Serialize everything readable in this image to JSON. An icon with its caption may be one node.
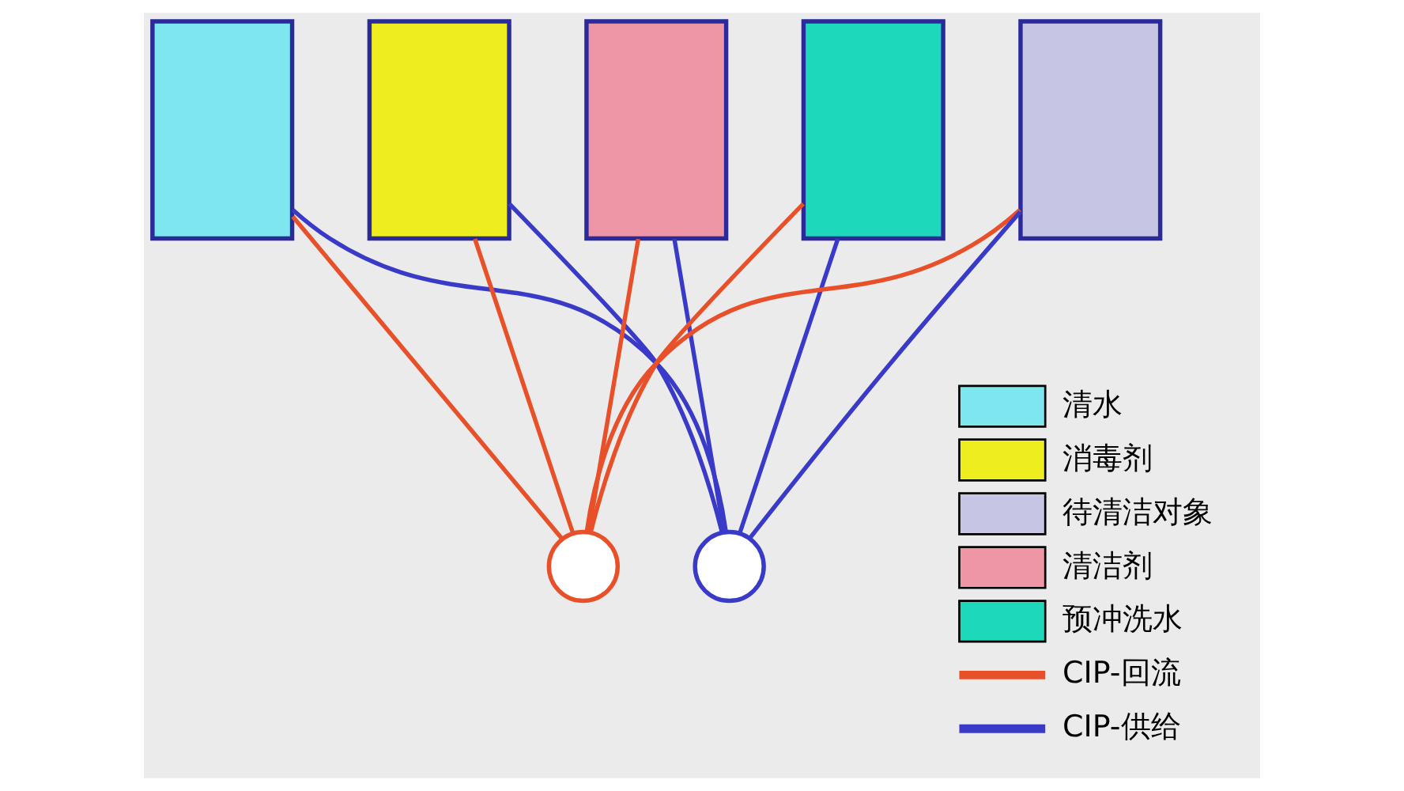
{
  "diagram": {
    "nodes": [
      {
        "text": [],
        "shape": "box"
      },
      {
        "text": [],
        "shape": "box"
      },
      {
        "text": [],
        "shape": "box"
      },
      {
        "text": [],
        "shape": "box"
      },
      {
        "text": [],
        "shape": "box"
      },
      {
        "text": [],
        "shape": "circle"
      },
      {
        "text": [],
        "shape": "circle"
      }
    ],
    "edges": [
      {
        "from": 0,
        "to": 6,
        "arrow": "none",
        "color": "#3a3ac8"
      },
      {
        "from": 1,
        "to": 6,
        "arrow": "none",
        "color": "#3a3ac8"
      },
      {
        "from": 2,
        "to": 6,
        "arrow": "none",
        "color": "#3a3ac8"
      },
      {
        "from": 3,
        "to": 6,
        "arrow": "none",
        "color": "#3a3ac8"
      },
      {
        "from": 6,
        "to": 4,
        "arrow": "none",
        "color": "#3a3ac8"
      },
      {
        "from": 4,
        "to": 5,
        "arrow": "none",
        "color": "#e8502a"
      },
      {
        "from": 5,
        "to": 0,
        "arrow": "none",
        "color": "#e8502a"
      },
      {
        "from": 5,
        "to": 1,
        "arrow": "none",
        "color": "#e8502a"
      },
      {
        "from": 5,
        "to": 2,
        "arrow": "none",
        "color": "#e8502a"
      },
      {
        "from": 5,
        "to": 3,
        "arrow": "none",
        "color": "#e8502a"
      }
    ],
    "legend": [
      {
        "text": "清水",
        "color": "#7ee6ee"
      },
      {
        "text": "消毒剂",
        "color": "#eeee1e"
      },
      {
        "text": "待清洁对象",
        "color": "#c6c6e4"
      },
      {
        "text": "清洁剂",
        "color": "#ee96a6"
      },
      {
        "text": "预冲洗水",
        "color": "#1ed8bc"
      },
      {
        "text": "CIP-回流"
      },
      {
        "text": "CIP-供给"
      }
    ]
  }
}
